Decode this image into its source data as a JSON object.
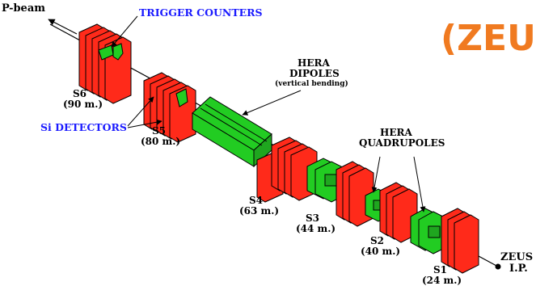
{
  "labels": {
    "p_beam": "P-beam",
    "trigger_counters": "TRIGGER COUNTERS",
    "si_detectors": "Si DETECTORS",
    "zeus_logo": "(ZEU",
    "hera_dipoles": [
      "HERA",
      "DIPOLES"
    ],
    "hera_dipoles_note": "(vertical bending)",
    "hera_quadrupoles": [
      "HERA",
      "QUADRUPOLES"
    ],
    "zeus_ip": [
      "ZEUS",
      "I.P."
    ]
  },
  "stations": {
    "s6": {
      "name": "S6",
      "dist": "(90 m.)"
    },
    "s5": {
      "name": "S5",
      "dist": "(80 m.)"
    },
    "s4": {
      "name": "S4",
      "dist": "(63 m.)"
    },
    "s3": {
      "name": "S3",
      "dist": "(44 m.)"
    },
    "s2": {
      "name": "S2",
      "dist": "(40 m.)"
    },
    "s1": {
      "name": "S1",
      "dist": "(24 m.)"
    }
  },
  "colors": {
    "station": "#ff2a1a",
    "magnet": "#22cc22",
    "outline": "#000000",
    "label_blue": "#1a1aff",
    "logo_orange": "#f07a20"
  }
}
